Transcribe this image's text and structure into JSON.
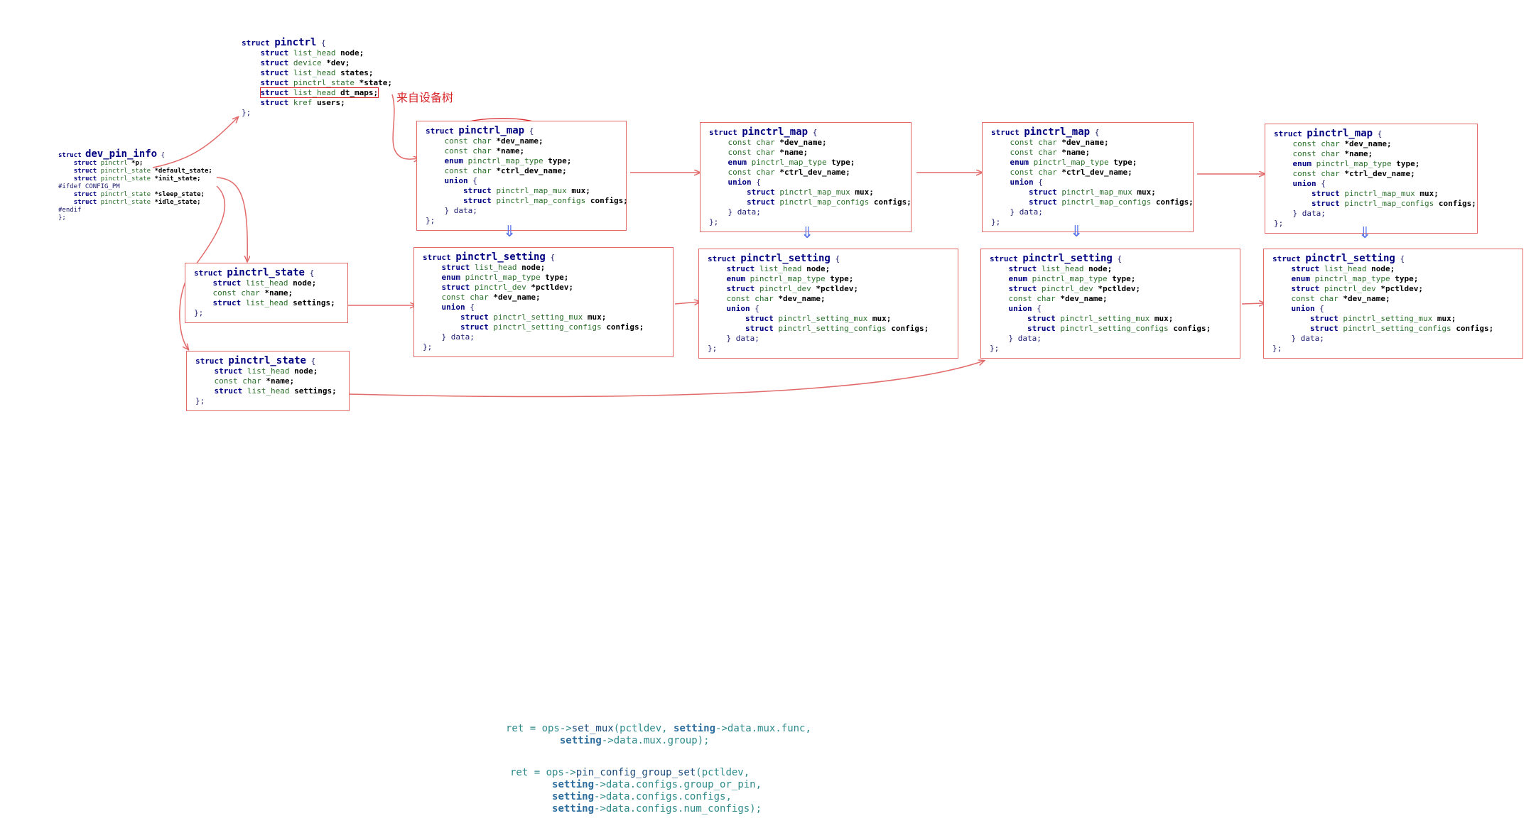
{
  "kw": {
    "struct": "struct",
    "const_char": "const char",
    "enum": "enum",
    "union": "union",
    "open": "{",
    "close": "};",
    "close_data": "} data;",
    "ifdef": "#ifdef CONFIG_PM",
    "endif": "#endif"
  },
  "pinctrl": {
    "name": "pinctrl",
    "f1_type": "list_head",
    "f1_name": "node;",
    "f2_type": "device",
    "f2_name": "*dev;",
    "f3_type": "list_head",
    "f3_name": "states;",
    "f4_type": "pinctrl_state",
    "f4_name": "*state;",
    "f5_type": "list_head",
    "f5_name": "dt_maps;",
    "f6_type": "kref",
    "f6_name": "users;"
  },
  "dt_note": "来自设备树",
  "dev_pin_info": {
    "name": "dev_pin_info",
    "f1_type": "pinctrl",
    "f1_name": "*p;",
    "f2_type": "pinctrl_state",
    "f2_name": "*default_state;",
    "f3_type": "pinctrl_state",
    "f3_name": "*init_state;",
    "f4_type": "pinctrl_state",
    "f4_name": "*sleep_state;",
    "f5_type": "pinctrl_state",
    "f5_name": "*idle_state;"
  },
  "pinctrl_state": {
    "name": "pinctrl_state",
    "f1_type": "list_head",
    "f1_name": "node;",
    "f2_name": "*name;",
    "f3_type": "list_head",
    "f3_name": "settings;"
  },
  "pinctrl_map": {
    "name": "pinctrl_map",
    "f1_name": "*dev_name;",
    "f2_name": "*name;",
    "f3_type": "pinctrl_map_type",
    "f3_name": "type;",
    "f4_name": "*ctrl_dev_name;",
    "u1_type": "pinctrl_map_mux",
    "u1_name": "mux;",
    "u2_type": "pinctrl_map_configs",
    "u2_name": "configs;"
  },
  "pinctrl_setting": {
    "name": "pinctrl_setting",
    "f1_type": "list_head",
    "f1_name": "node;",
    "f2_type": "pinctrl_map_type",
    "f2_name": "type;",
    "f3_type": "pinctrl_dev",
    "f3_name": "*pctldev;",
    "f4_name": "*dev_name;",
    "u1_type": "pinctrl_setting_mux",
    "u1_name": "mux;",
    "u2_type": "pinctrl_setting_configs",
    "u2_name": "configs;"
  },
  "down_arrow": "⇓",
  "snippet1": {
    "l1_a": "ret = ops->",
    "l1_fn": "set_mux",
    "l1_b": "(pctldev, ",
    "l1_c": "setting",
    "l1_d": "->data.mux.func,",
    "l2_c": "setting",
    "l2_d": "->data.mux.group);"
  },
  "snippet2": {
    "l1_a": "ret = ops->",
    "l1_fn": "pin_config_group_set",
    "l1_b": "(pctldev,",
    "l2_c": "setting",
    "l2_d": "->data.configs.group_or_pin,",
    "l3_c": "setting",
    "l3_d": "->data.configs.configs,",
    "l4_c": "setting",
    "l4_d": "->data.configs.num_configs);"
  },
  "colors": {
    "box_border": "#e26a6a",
    "wire": "#e26a6a",
    "note": "#d8262a",
    "down_arrow": "#5b74e8"
  }
}
